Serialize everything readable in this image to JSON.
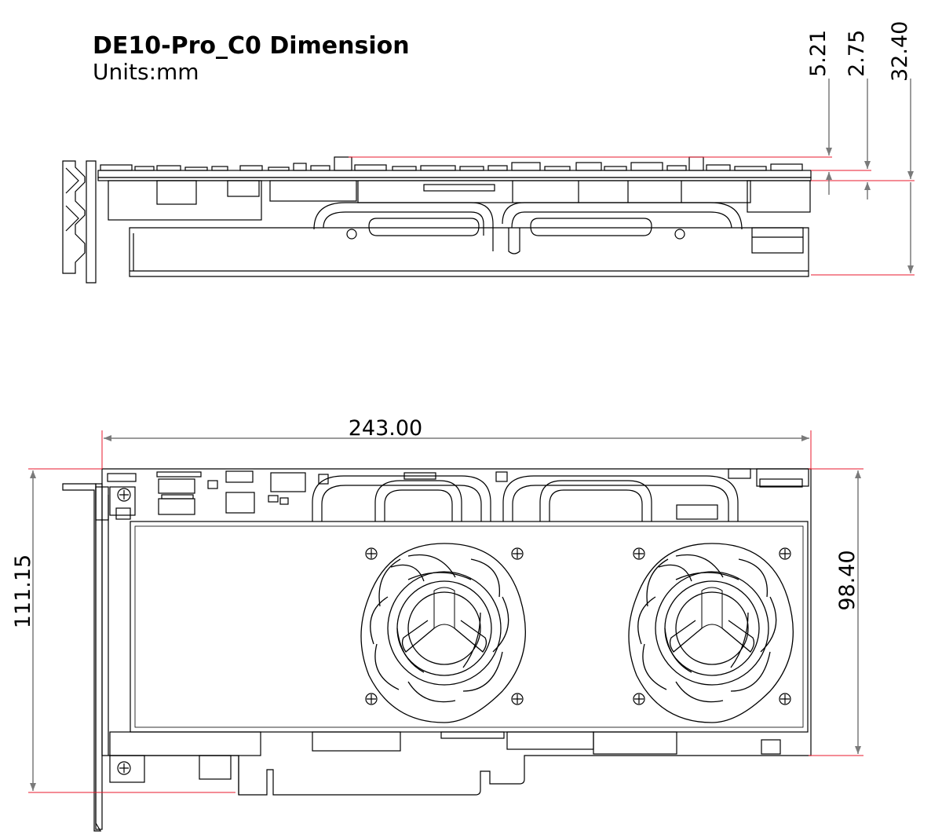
{
  "title": "DE10-Pro_C0 Dimension",
  "units": "Units:mm",
  "dimensions": {
    "height_top_a": "5.21",
    "height_top_b": "2.75",
    "height_total": "32.40",
    "length": "243.00",
    "board_height": "111.15",
    "cooler_height": "98.40"
  },
  "colors": {
    "line": "#000000",
    "leader": "#e8192c",
    "arrow": "#7a7a7a"
  }
}
